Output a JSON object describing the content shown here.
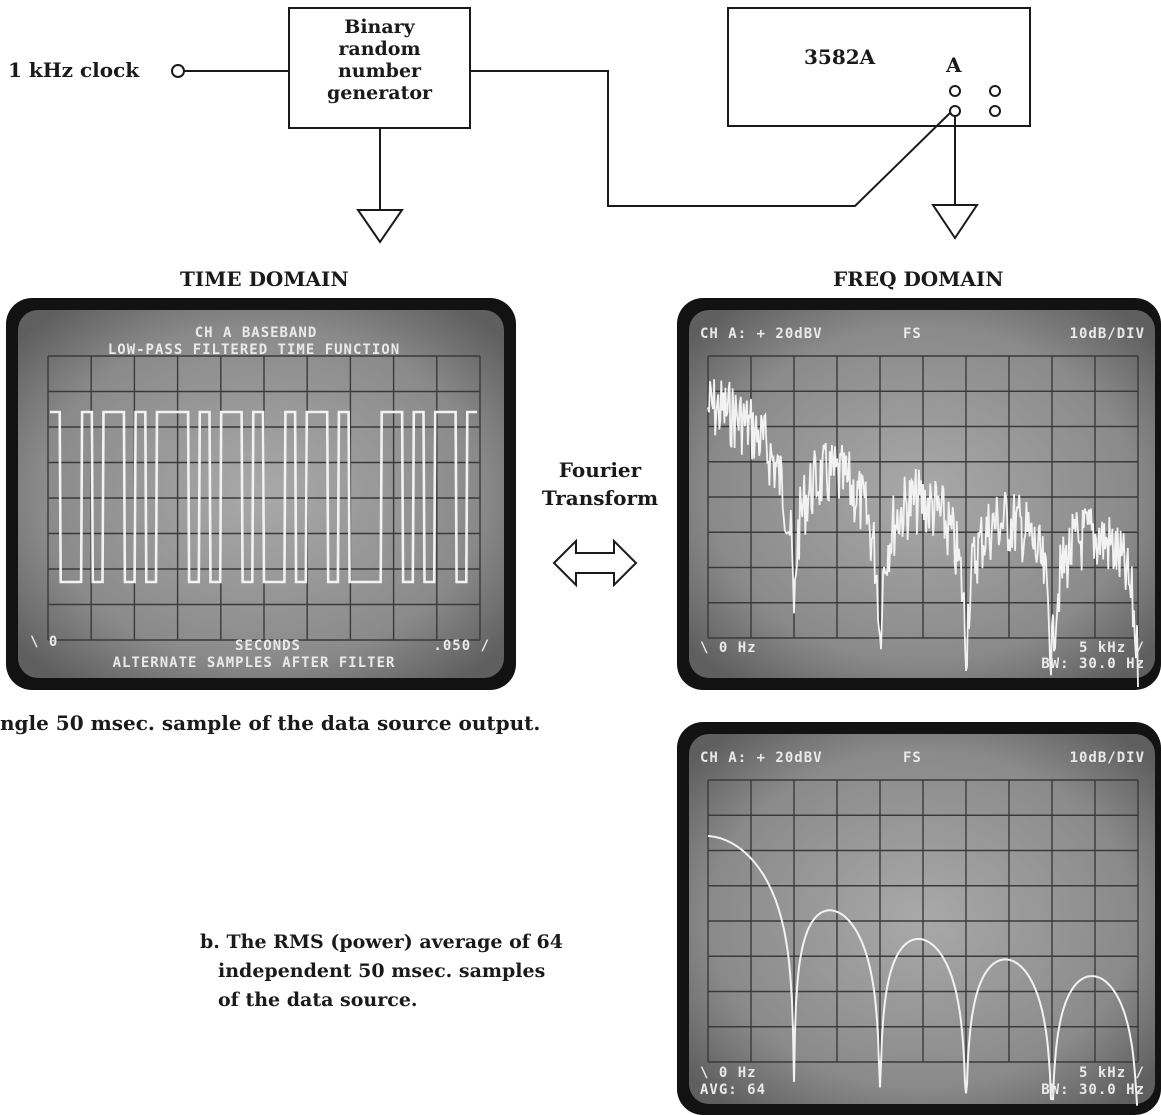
{
  "colors": {
    "ink": "#1a1a1a",
    "crt_frame": "#111111",
    "crt_screen": "#8d8d8d",
    "crt_trace": "#f2f2f2"
  },
  "header": {
    "clock_label": "1 kHz clock",
    "generator_lines": [
      "Binary",
      "random",
      "number",
      "generator"
    ],
    "analyzer_model": "3582A",
    "analyzer_channel": "A"
  },
  "labels": {
    "time_domain": "TIME DOMAIN",
    "freq_domain": "FREQ DOMAIN",
    "transform_line1": "Fourier",
    "transform_line2": "Transform",
    "caption_a": "ngle 50 msec. sample of the data source output.",
    "caption_b_lines": [
      "b. The RMS (power) average of 64",
      "independent 50 msec. samples",
      "of the data source."
    ]
  },
  "screen_time": {
    "top_line1": "CH A BASEBAND",
    "top_line2": "LOW-PASS FILTERED TIME FUNCTION",
    "bottom_left": "\\ 0",
    "bottom_center": "SECONDS",
    "bottom_right": ".050 /",
    "bottom_line2": "ALTERNATE SAMPLES AFTER FILTER"
  },
  "screen_freq": {
    "top_left": "CH A: + 20dBV",
    "top_mid": "FS",
    "top_right": "10dB/DIV",
    "bottom_left": "\\ 0 Hz",
    "bottom_right": "5 kHz /",
    "bottom_line2": "BW: 30.0 Hz"
  },
  "screen_avg": {
    "top_left": "CH A: + 20dBV",
    "top_mid": "FS",
    "top_right": "10dB/DIV",
    "bottom_left": "\\ 0 Hz",
    "bottom_right": "5 kHz /",
    "bottom_line2_left": "AVG: 64",
    "bottom_line2_right": "BW: 30.0 Hz"
  }
}
